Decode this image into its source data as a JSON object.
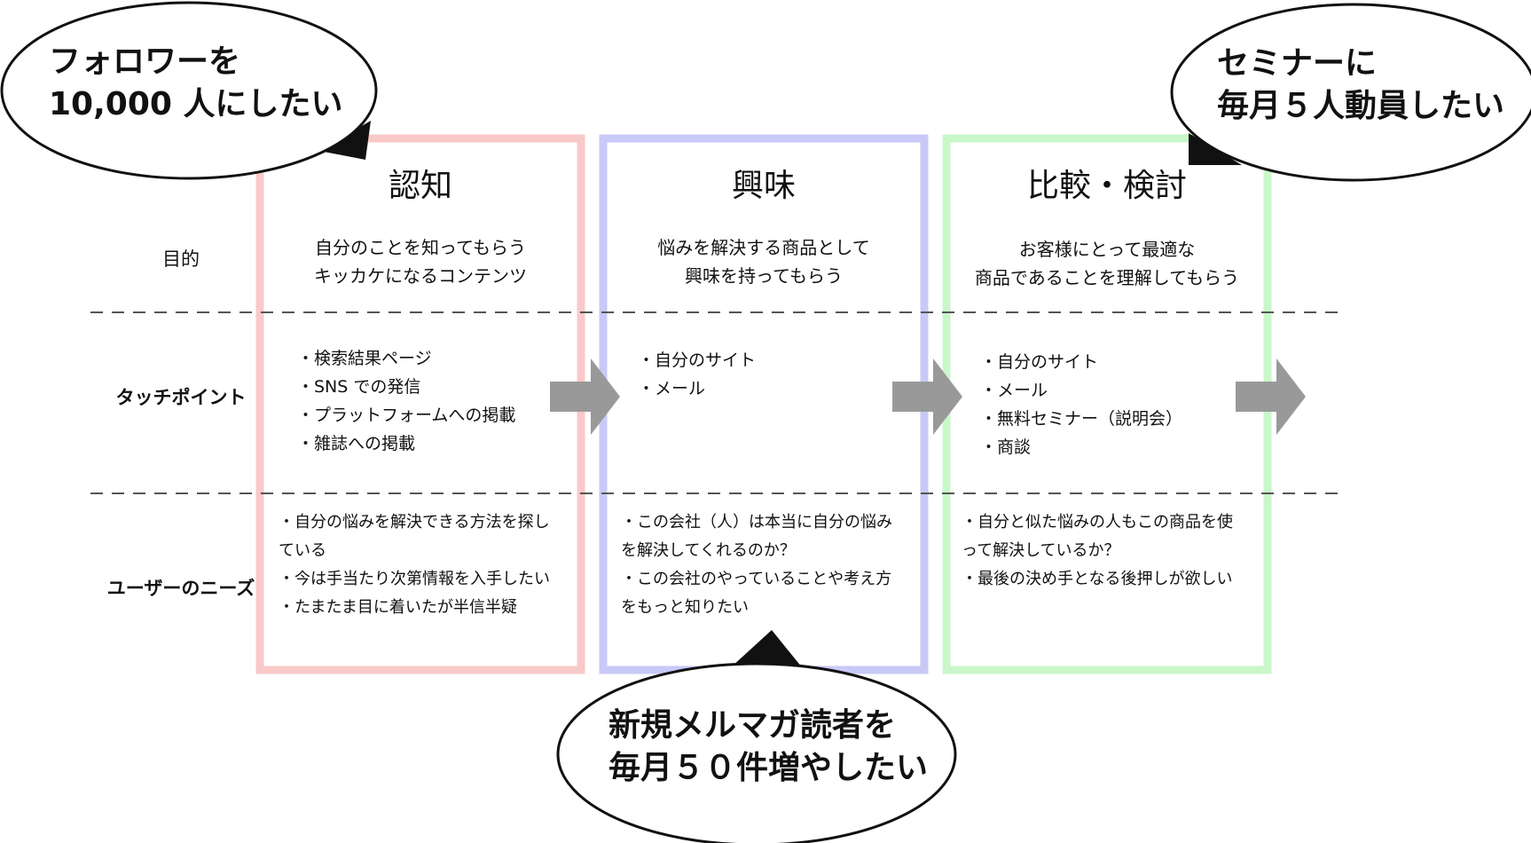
{
  "row_labels": {
    "purpose": "目的",
    "touchpoint": "タッチポイント",
    "needs": "ユーザーのニーズ"
  },
  "stages": [
    {
      "title": "認知",
      "purpose": [
        "自分のことを知ってもらう",
        "キッカケになるコンテンツ"
      ],
      "touchpoints": [
        "・検索結果ページ",
        "・SNS での発信",
        "・プラットフォームへの掲載",
        "・雑誌への掲載"
      ],
      "needs": [
        "・自分の悩みを解決できる方法を探している",
        "・今は手当たり次第情報を入手したい",
        "・たまたま目に着いたが半信半疑"
      ],
      "color": "#f9c9c9"
    },
    {
      "title": "興味",
      "purpose": [
        "悩みを解決する商品として",
        "興味を持ってもらう"
      ],
      "touchpoints": [
        "・自分のサイト",
        "・メール"
      ],
      "needs": [
        "・この会社（人）は本当に自分の悩みを解決してくれるのか？",
        "・この会社のやっていることや考え方をもっと知りたい"
      ],
      "color": "#c9c9f7"
    },
    {
      "title": "比較・検討",
      "purpose": [
        "お客様にとって最適な",
        "商品であることを理解してもらう"
      ],
      "touchpoints": [
        "・自分のサイト",
        "・メール",
        "・無料セミナー（説明会）",
        "・商談"
      ],
      "needs": [
        "・自分と似た悩みの人もこの商品を使って解決しているか？",
        "・最後の決め手となる後押しが欲しい"
      ],
      "color": "#c9f7c9"
    }
  ],
  "bubbles": {
    "followers": [
      "フォロワーを",
      "10,000 人にしたい"
    ],
    "newsletter": [
      "新規メルマガ読者を",
      "毎月５０件増やしたい"
    ],
    "seminar": [
      "セミナーに",
      "毎月５人動員したい"
    ]
  },
  "colors": {
    "arrow": "#999999",
    "divider": "#555555"
  }
}
